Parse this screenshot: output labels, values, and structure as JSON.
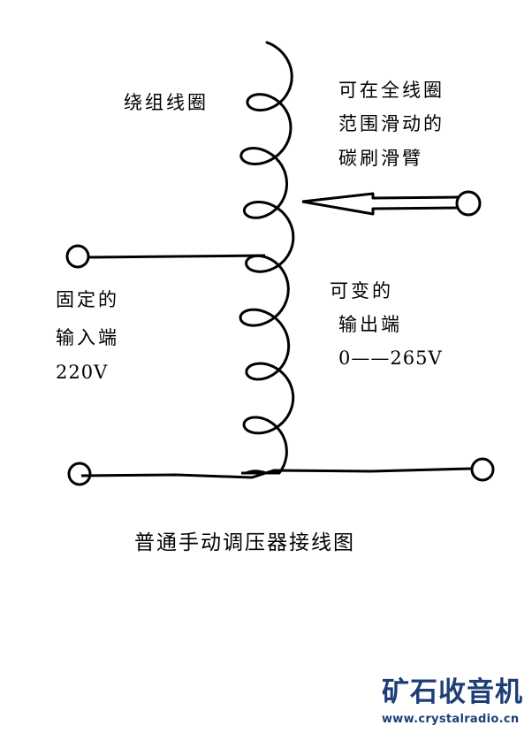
{
  "labels": {
    "winding": "绕组线圈",
    "brush": [
      "可在全线圈",
      "范围滑动的",
      "碳刷滑臂"
    ],
    "input": [
      "固定的",
      "输入端",
      "220V"
    ],
    "output": [
      "可变的",
      "输出端",
      "0——265V"
    ]
  },
  "title": "普通手动调压器接线图",
  "watermark": {
    "name": "矿石收音机",
    "url": "www.crystalradio.cn"
  },
  "colors": {
    "ink": "#000000",
    "logo": "#1d3f78"
  }
}
